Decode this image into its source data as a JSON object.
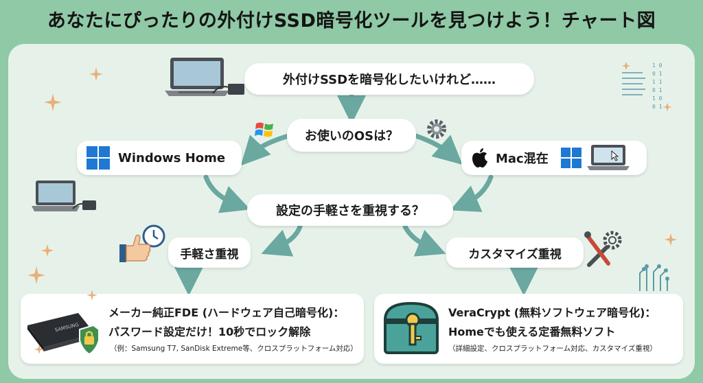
{
  "title": "あなたにぴったりの外付けSSD暗号化ツールを見つけよう！チャート図",
  "start": "外付けSSDを暗号化したいけれど……",
  "question1": "お使いのOSは？",
  "option_windows": "Windows Home",
  "option_mac": "Mac混在",
  "question2": "設定の手軽さを重視する？",
  "option_easy": "手軽さ重視",
  "option_custom": "カスタマイズ重視",
  "result_left": {
    "line1": "メーカー純正FDE (ハードウェア自己暗号化)：",
    "line2": "パスワード設定だけ！10秒でロック解除",
    "line3": "（例：Samsung T7, SanDisk Extreme等、クロスプラットフォーム対応）",
    "ssd_brand": "SAMSUNG"
  },
  "result_right": {
    "line1": "VeraCrypt (無料ソフトウェア暗号化)：",
    "line2": "Homeでも使える定番無料ソフト",
    "line3": "（詳細設定、クロスプラットフォーム対応、カスタマイズ重視）"
  },
  "colors": {
    "background": "#8fc9a6",
    "panel": "#e6f2e9",
    "arrow": "#6aa8a0",
    "windows_blue": "#1f78d1"
  }
}
